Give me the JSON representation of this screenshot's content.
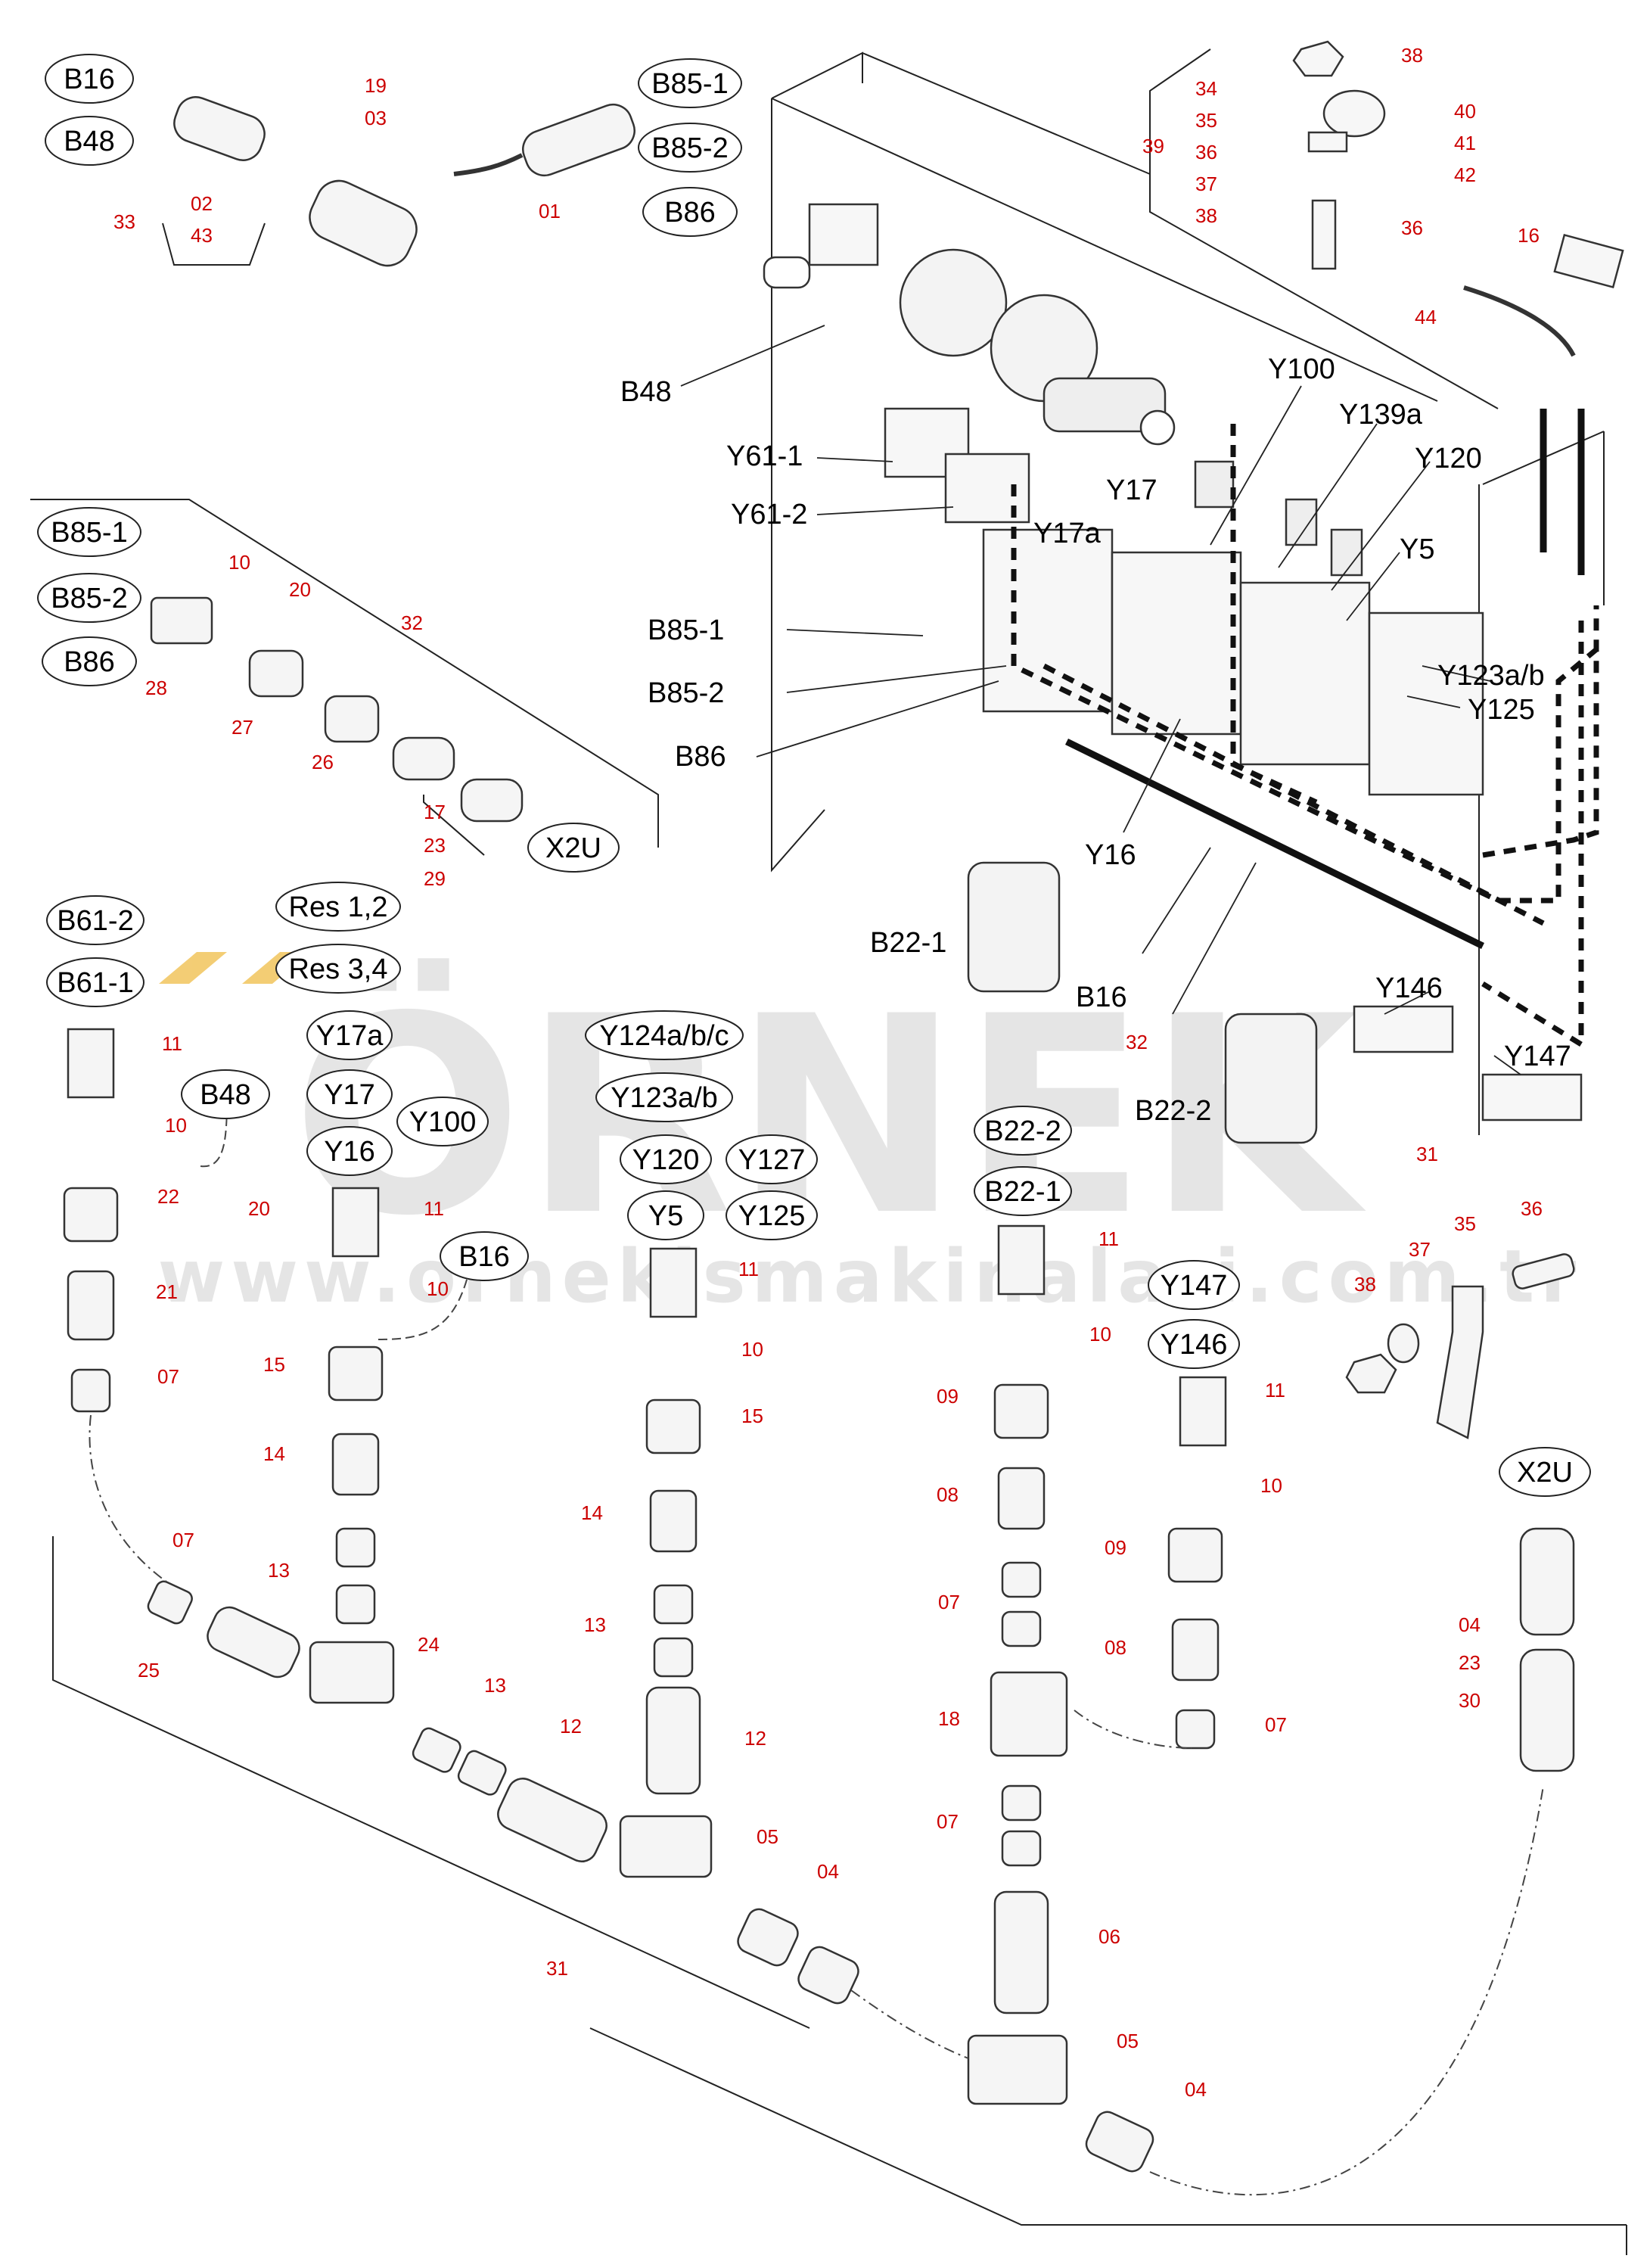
{
  "colors": {
    "callout_number": "#cc0000",
    "label_text": "#000000",
    "line": "#222222",
    "watermark": "#e3e3e3",
    "watermark_accent": "#f2c866"
  },
  "watermark": {
    "brand": "ÖRNEK",
    "url": "www.ornekismakinalari.com.tr"
  },
  "labels": {
    "B16": "B16",
    "B48": "B48",
    "B85_1": "B85-1",
    "B85_2": "B85-2",
    "B86": "B86",
    "B61_1": "B61-1",
    "B61_2": "B61-2",
    "Res12": "Res 1,2",
    "Res34": "Res 3,4",
    "Y17a": "Y17a",
    "Y17": "Y17",
    "Y16": "Y16",
    "Y100": "Y100",
    "Y124": "Y124a/b/c",
    "Y123": "Y123a/b",
    "Y120": "Y120",
    "Y127": "Y127",
    "Y5": "Y5",
    "Y125": "Y125",
    "B22_2": "B22-2",
    "B22_1": "B22-1",
    "Y147": "Y147",
    "Y146": "Y146",
    "X2U": "X2U",
    "Y139a": "Y139a",
    "Y61_1": "Y61-1",
    "Y61_2": "Y61-2",
    "Y123ab": "Y123a/b"
  },
  "numbers": {
    "n01": "01",
    "n02": "02",
    "n03": "03",
    "n04": "04",
    "n05": "05",
    "n06": "06",
    "n07": "07",
    "n08": "08",
    "n09": "09",
    "n10": "10",
    "n11": "11",
    "n12": "12",
    "n13": "13",
    "n14": "14",
    "n15": "15",
    "n16": "16",
    "n17": "17",
    "n18": "18",
    "n19": "19",
    "n20": "20",
    "n21": "21",
    "n22": "22",
    "n23": "23",
    "n24": "24",
    "n25": "25",
    "n26": "26",
    "n27": "27",
    "n28": "28",
    "n29": "29",
    "n30": "30",
    "n31": "31",
    "n32": "32",
    "n33": "33",
    "n34": "34",
    "n35": "35",
    "n36": "36",
    "n37": "37",
    "n38": "38",
    "n39": "39",
    "n40": "40",
    "n41": "41",
    "n42": "42",
    "n43": "43",
    "n44": "44"
  }
}
